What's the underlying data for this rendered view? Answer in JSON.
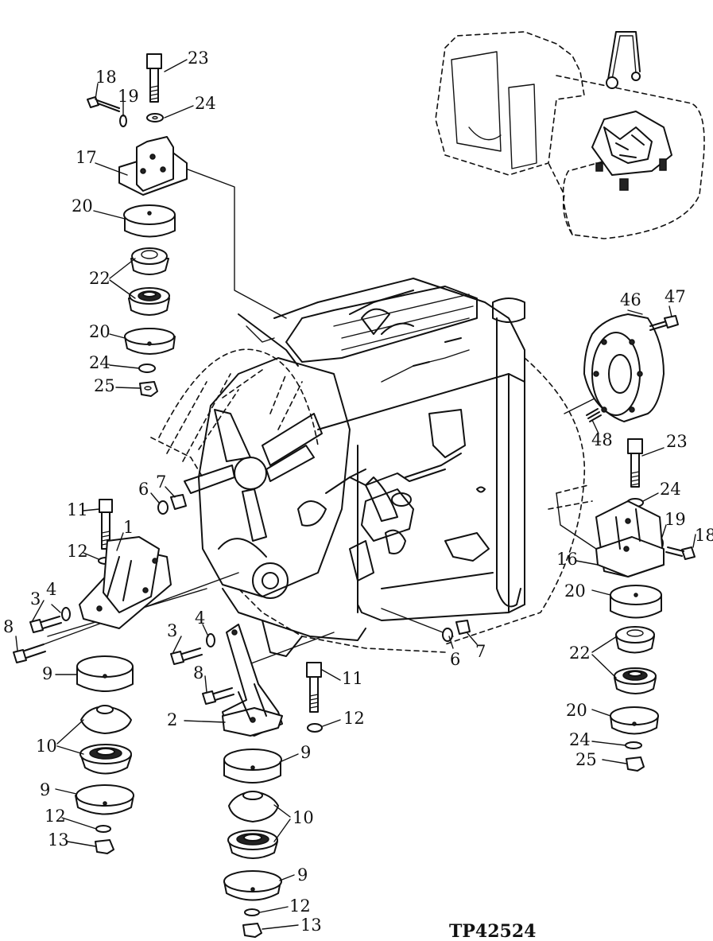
{
  "figure": {
    "reference": "TP42524"
  },
  "callouts": [
    {
      "id": "c1",
      "text": "1"
    },
    {
      "id": "c2",
      "text": "2"
    },
    {
      "id": "c3a",
      "text": "3"
    },
    {
      "id": "c3b",
      "text": "3"
    },
    {
      "id": "c4a",
      "text": "4"
    },
    {
      "id": "c4b",
      "text": "4"
    },
    {
      "id": "c6a",
      "text": "6"
    },
    {
      "id": "c6b",
      "text": "6"
    },
    {
      "id": "c7a",
      "text": "7"
    },
    {
      "id": "c7b",
      "text": "7"
    },
    {
      "id": "c8a",
      "text": "8"
    },
    {
      "id": "c8b",
      "text": "8"
    },
    {
      "id": "c9a",
      "text": "9"
    },
    {
      "id": "c9b",
      "text": "9"
    },
    {
      "id": "c9c",
      "text": "9"
    },
    {
      "id": "c9d",
      "text": "9"
    },
    {
      "id": "c10a",
      "text": "10"
    },
    {
      "id": "c10b",
      "text": "10"
    },
    {
      "id": "c11a",
      "text": "11"
    },
    {
      "id": "c11b",
      "text": "11"
    },
    {
      "id": "c12a",
      "text": "12"
    },
    {
      "id": "c12b",
      "text": "12"
    },
    {
      "id": "c12c",
      "text": "12"
    },
    {
      "id": "c12d",
      "text": "12"
    },
    {
      "id": "c13a",
      "text": "13"
    },
    {
      "id": "c13b",
      "text": "13"
    },
    {
      "id": "c16",
      "text": "16"
    },
    {
      "id": "c17",
      "text": "17"
    },
    {
      "id": "c18a",
      "text": "18"
    },
    {
      "id": "c18b",
      "text": "18"
    },
    {
      "id": "c19a",
      "text": "19"
    },
    {
      "id": "c19b",
      "text": "19"
    },
    {
      "id": "c20a",
      "text": "20"
    },
    {
      "id": "c20b",
      "text": "20"
    },
    {
      "id": "c20c",
      "text": "20"
    },
    {
      "id": "c20d",
      "text": "20"
    },
    {
      "id": "c22a",
      "text": "22"
    },
    {
      "id": "c22b",
      "text": "22"
    },
    {
      "id": "c23a",
      "text": "23"
    },
    {
      "id": "c23b",
      "text": "23"
    },
    {
      "id": "c24a",
      "text": "24"
    },
    {
      "id": "c24b",
      "text": "24"
    },
    {
      "id": "c24c",
      "text": "24"
    },
    {
      "id": "c24d",
      "text": "24"
    },
    {
      "id": "c25a",
      "text": "25"
    },
    {
      "id": "c25b",
      "text": "25"
    },
    {
      "id": "c46",
      "text": "46"
    },
    {
      "id": "c47",
      "text": "47"
    },
    {
      "id": "c48",
      "text": "48"
    }
  ]
}
